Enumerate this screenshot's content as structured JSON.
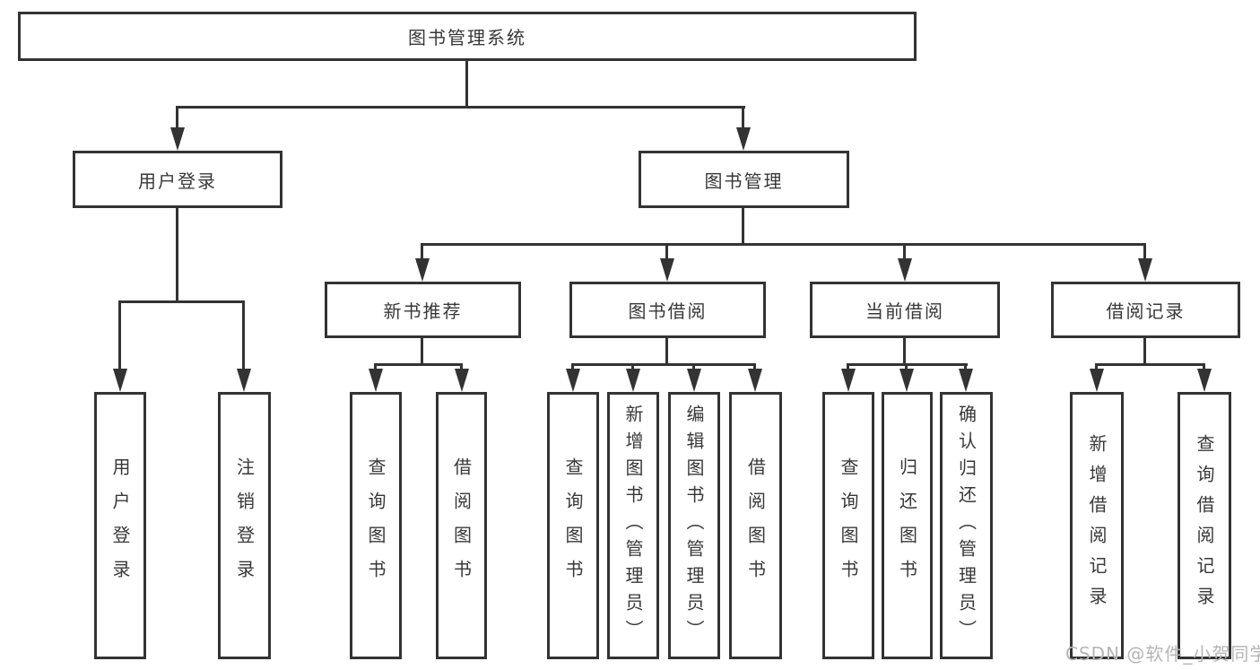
{
  "diagram_title": "图书管理系统",
  "tree": {
    "label": "图书管理系统",
    "children": [
      {
        "label": "用户登录",
        "children": [
          {
            "label": "用户登录"
          },
          {
            "label": "注销登录"
          }
        ]
      },
      {
        "label": "图书管理",
        "children": [
          {
            "label": "新书推荐",
            "children": [
              {
                "label": "查询图书"
              },
              {
                "label": "借阅图书"
              }
            ]
          },
          {
            "label": "图书借阅",
            "children": [
              {
                "label": "查询图书"
              },
              {
                "label": "新增图书（管理员）"
              },
              {
                "label": "编辑图书（管理员）"
              },
              {
                "label": "借阅图书"
              }
            ]
          },
          {
            "label": "当前借阅",
            "children": [
              {
                "label": "查询图书"
              },
              {
                "label": "归还图书"
              },
              {
                "label": "确认归还（管理员）"
              }
            ]
          },
          {
            "label": "借阅记录",
            "children": [
              {
                "label": "新增借阅记录"
              },
              {
                "label": "查询借阅记录"
              }
            ]
          }
        ]
      }
    ]
  },
  "watermark": {
    "text": "CSDN @软件_小贺同学"
  },
  "colors": {
    "line": "#333333",
    "text": "#383838",
    "background": "#ffffff",
    "watermark": "#b5b5b5"
  }
}
